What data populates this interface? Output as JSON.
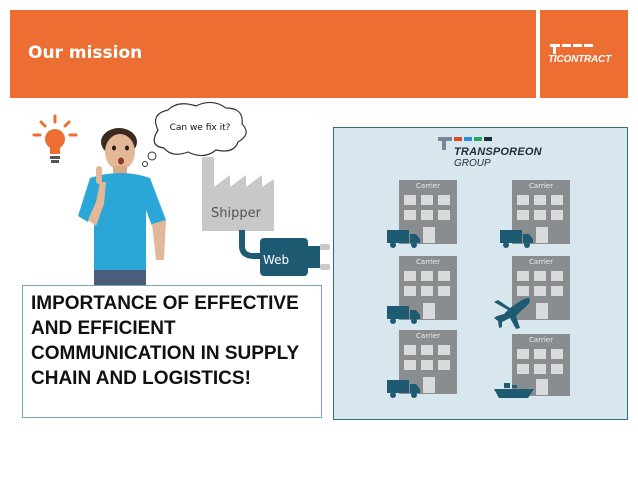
{
  "header": {
    "title": "Our mission",
    "logo_text": "TICONTRACT"
  },
  "illustration": {
    "speech_bubble": "Can we fix it?",
    "shipper_label": "Shipper",
    "web_label": "Web"
  },
  "callout": {
    "text": "IMPORTANCE OF EFFECTIVE AND EFFICIENT COMMUNICATION IN SUPPLY CHAIN AND LOGISTICS!"
  },
  "network": {
    "brand_name": "TRANSPOREON",
    "brand_sub": "GROUP",
    "carriers": [
      {
        "label": "Carrier",
        "transport": "truck-icon"
      },
      {
        "label": "Carrier",
        "transport": "truck-icon"
      },
      {
        "label": "Carrier",
        "transport": "truck-icon"
      },
      {
        "label": "Carrier",
        "transport": "airplane-icon"
      },
      {
        "label": "Carrier",
        "transport": "truck-icon"
      },
      {
        "label": "Carrier",
        "transport": "ship-icon"
      }
    ]
  },
  "colors": {
    "accent": "#ec6e33",
    "network_bg": "#d8e6ee",
    "network_border": "#2f6e80",
    "vehicle": "#1f5a73",
    "building": "#8a8d90"
  }
}
